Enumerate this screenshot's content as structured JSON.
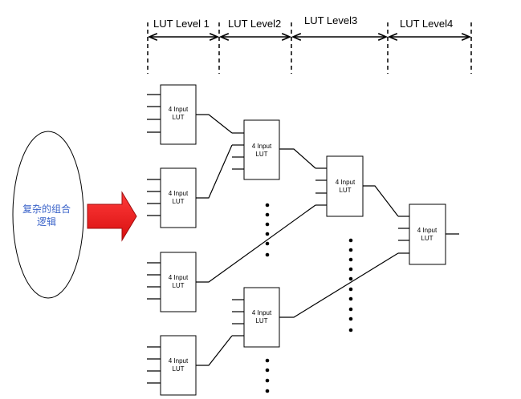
{
  "levels": [
    "LUT Level 1",
    "LUT Level2",
    "LUT Level3",
    "LUT Level4"
  ],
  "lut_box": {
    "line1": "4 Input",
    "line2": "LUT"
  },
  "source": {
    "line1": "复杂的组合",
    "line2": "逻辑"
  },
  "colors": {
    "arrow": "#ee1c1c",
    "arrow_dark": "#9e0d0d",
    "source_text": "#3a63c9",
    "stroke": "#000000"
  }
}
